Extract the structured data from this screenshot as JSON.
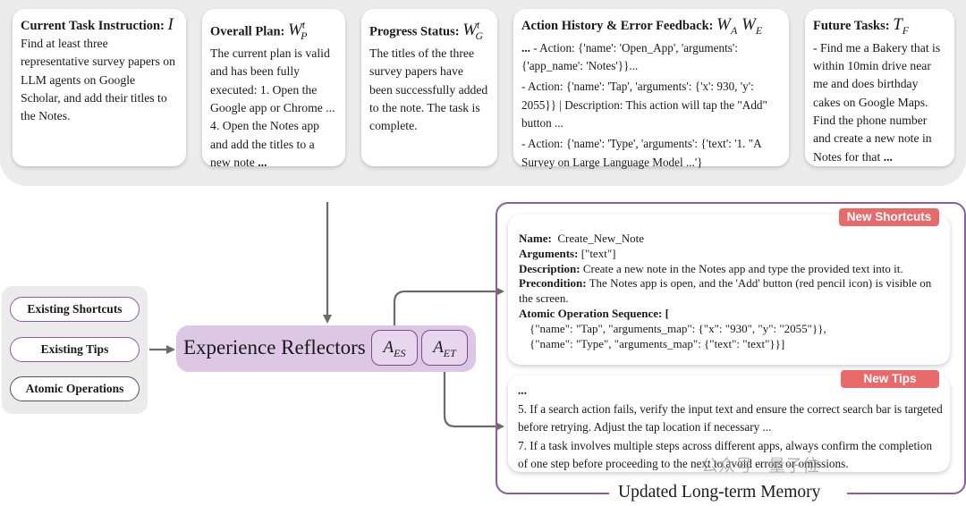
{
  "top_cards": {
    "task": {
      "title": "Current Task Instruction:",
      "symbol": "I",
      "body": "Find at least three representative survey papers on LLM agents on Google Scholar, and add their titles to the Notes."
    },
    "plan": {
      "title": "Overall Plan:",
      "symbol": "W",
      "symbol_sup": "t",
      "symbol_sub": "P",
      "body": "The current plan is valid and has been fully executed: 1. Open the Google app or Chrome ... 4. Open the Notes app and add the titles to a new note",
      "body_end": " ..."
    },
    "progress": {
      "title": "Progress Status:",
      "symbol": "W",
      "symbol_sup": "t",
      "symbol_sub": "G",
      "body": "The titles of the three survey papers have been successfully added to the note. The task is complete."
    },
    "history": {
      "title": "Action History & Error Feedback:",
      "symbol_a": "W",
      "symbol_a_sub": "A",
      "symbol_b": "W",
      "symbol_b_sub": "E",
      "line1_lead": "...",
      "line1": " - Action: {'name': 'Open_App', 'arguments': {'app_name': 'Notes'}}...",
      "line2": "- Action: {'name': 'Tap', 'arguments': {'x': 930, 'y': 2055}} | Description: This action will tap the \"Add\" button ...",
      "line3": "- Action: {'name': 'Type', 'arguments': {'text': '1. \"A Survey on Large Language Model ...'}"
    },
    "future": {
      "title": "Future Tasks:",
      "symbol": "T",
      "symbol_sub": "F",
      "body": "- Find me a Bakery that is within 10min drive near me and does birthday cakes on Google Maps. Find the phone number and create a new note in Notes for that",
      "body_end": " ..."
    }
  },
  "inputs": {
    "shortcuts": "Existing Shortcuts",
    "tips": "Existing Tips",
    "atomic": "Atomic Operations"
  },
  "reflector": {
    "label": "Experience Reflectors",
    "es_symbol": "A",
    "es_sub": "ES",
    "et_symbol": "A",
    "et_sub": "ET"
  },
  "memory": {
    "label": "Updated Long-term Memory",
    "shortcut_tag": "New Shortcuts",
    "tips_tag": "New Tips",
    "shortcut": {
      "name_label": "Name:",
      "name_value": "Create_New_Note",
      "args_label": "Arguments:",
      "args_value": "[\"text\"]",
      "desc_label": "Description:",
      "desc_value": "Create a new note in the Notes app and type the provided text into it.",
      "pre_label": "Precondition:",
      "pre_value": "The Notes app is open, and the 'Add' button (red pencil icon) is visible on the screen.",
      "seq_label": "Atomic Operation Sequence",
      "seq_open": ": [",
      "seq_line1": "{\"name\": \"Tap\", \"arguments_map\": {\"x\": \"930\", \"y\": \"2055\"}},",
      "seq_line2": "{\"name\": \"Type\", \"arguments_map\": {\"text\": \"text\"}}]"
    },
    "tips": {
      "lead": "...",
      "tip5": "5. If a search action fails, verify the input text and ensure the correct search bar is targeted before retrying. Adjust the tap location if necessary ...",
      "tip7": "7. If a task involves multiple steps across different apps, always confirm the completion of one step before proceeding to the next to avoid errors or omissions."
    }
  },
  "watermark": "公众号 · 量子位",
  "colors": {
    "arrow": "#6b6b6b",
    "reflector_fill": "#dcc7e4",
    "purple_border": "#8e5ca5",
    "tag_red": "#e86a6a",
    "band_grey": "#ececec"
  }
}
